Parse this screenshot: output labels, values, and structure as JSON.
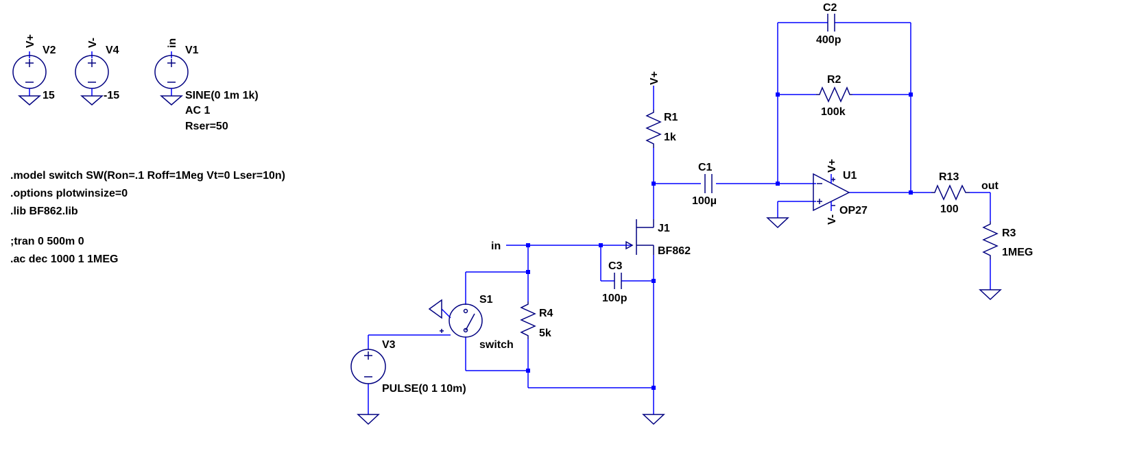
{
  "sources": {
    "v2": {
      "net": "V+",
      "name": "V2",
      "value": "15"
    },
    "v4": {
      "net": "V-",
      "name": "V4",
      "value": "-15"
    },
    "v1": {
      "net": "in",
      "name": "V1",
      "value": "SINE(0 1m 1k)",
      "ac": "AC 1",
      "rser": "Rser=50"
    },
    "v3": {
      "name": "V3",
      "value": "PULSE(0 1 10m)"
    }
  },
  "directives": [
    ".model switch SW(Ron=.1 Roff=1Meg Vt=0 Lser=10n)",
    ".options plotwinsize=0",
    ".lib BF862.lib",
    ";tran 0 500m 0",
    ".ac dec 1000 1 1MEG"
  ],
  "components": {
    "r1": {
      "name": "R1",
      "value": "1k"
    },
    "r2": {
      "name": "R2",
      "value": "100k"
    },
    "r3": {
      "name": "R3",
      "value": "1MEG"
    },
    "r4": {
      "name": "R4",
      "value": "5k"
    },
    "r13": {
      "name": "R13",
      "value": "100"
    },
    "c1": {
      "name": "C1",
      "value": "100µ"
    },
    "c2": {
      "name": "C2",
      "value": "400p"
    },
    "c3": {
      "name": "C3",
      "value": "100p"
    },
    "j1": {
      "name": "J1",
      "value": "BF862"
    },
    "u1": {
      "name": "U1",
      "value": "OP27",
      "vplus": "V+",
      "vminus": "V-"
    },
    "s1": {
      "name": "S1",
      "value": "switch"
    }
  },
  "nets": {
    "vplus": "V+",
    "in": "in",
    "out": "out"
  },
  "colors": {
    "wire": "#0000ff",
    "symbol": "#000080",
    "text": "#000000",
    "background": "#ffffff"
  }
}
